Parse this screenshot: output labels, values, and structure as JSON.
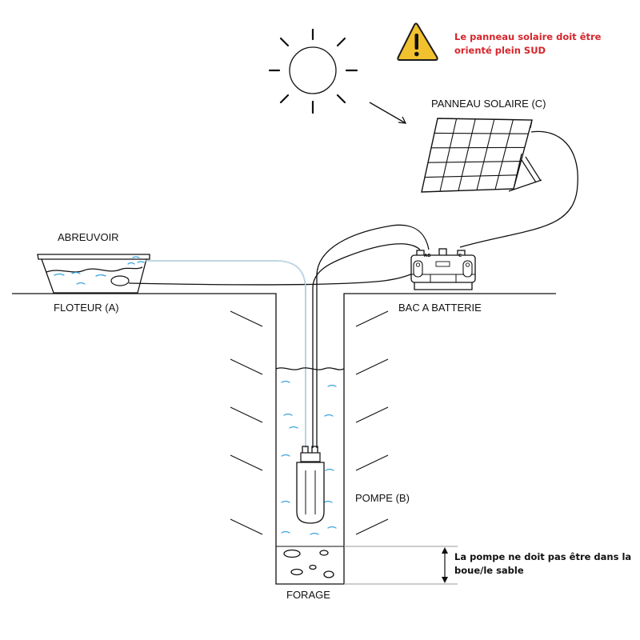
{
  "warning": {
    "line1": "Le panneau solaire doit être",
    "line2": "orienté plein SUD",
    "color": "#d6252b",
    "icon": "warning-triangle-icon"
  },
  "labels": {
    "solar_panel": "PANNEAU SOLAIRE (C)",
    "trough": "ABREUVOIR",
    "float": "FLOTEUR  (A)",
    "battery_box": "BAC A BATTERIE",
    "pump": "POMPE (B)",
    "borehole": "FORAGE"
  },
  "battery_terminals": {
    "left": "AB",
    "right": "C"
  },
  "note": {
    "line1": "La pompe ne doit pas être dans la",
    "line2": "boue/le sable"
  },
  "colors": {
    "water_pipe": "#3aa4dc",
    "line": "#111111",
    "warning_yellow": "#f2c12e"
  }
}
